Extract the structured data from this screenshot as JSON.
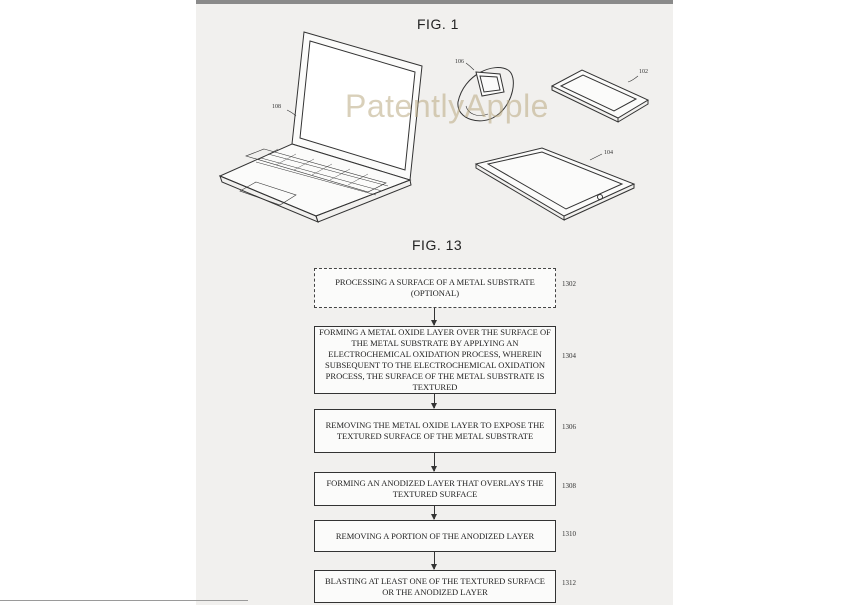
{
  "fig1": {
    "title": "FIG. 1",
    "refs": {
      "laptop": "108",
      "watch": "106",
      "phone": "102",
      "tablet": "104"
    }
  },
  "watermark": "PatentlyApple",
  "fig13": {
    "title": "FIG. 13",
    "steps": [
      {
        "text": "PROCESSING A SURFACE OF A METAL SUBSTRATE (OPTIONAL)",
        "num": "1302",
        "optional": true
      },
      {
        "text": "FORMING A METAL OXIDE LAYER OVER THE SURFACE OF THE METAL SUBSTRATE BY APPLYING AN ELECTROCHEMICAL OXIDATION PROCESS, WHEREIN SUBSEQUENT TO THE ELECTROCHEMICAL OXIDATION PROCESS, THE SURFACE OF THE METAL SUBSTRATE IS TEXTURED",
        "num": "1304",
        "optional": false
      },
      {
        "text": "REMOVING THE METAL OXIDE LAYER TO EXPOSE THE TEXTURED SURFACE OF THE METAL SUBSTRATE",
        "num": "1306",
        "optional": false
      },
      {
        "text": "FORMING AN ANODIZED LAYER THAT OVERLAYS THE TEXTURED SURFACE",
        "num": "1308",
        "optional": false
      },
      {
        "text": "REMOVING A PORTION OF THE ANODIZED LAYER",
        "num": "1310",
        "optional": false
      },
      {
        "text": "BLASTING AT LEAST ONE OF THE TEXTURED SURFACE OR THE ANODIZED LAYER",
        "num": "1312",
        "optional": false
      }
    ]
  }
}
